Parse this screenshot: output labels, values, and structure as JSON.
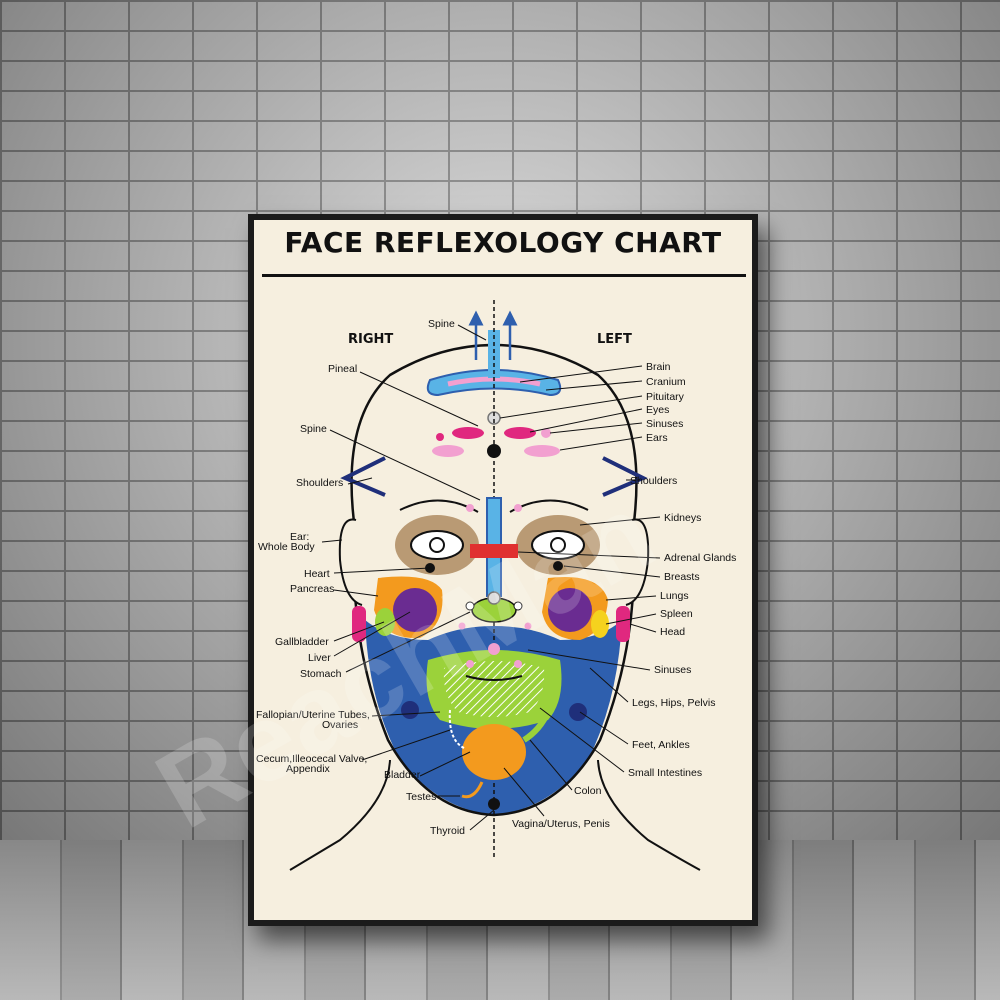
{
  "poster": {
    "title": "FACE REFLEXOLOGY CHART",
    "side_right": "RIGHT",
    "side_left": "LEFT"
  },
  "watermark": "ReachMan",
  "labels": {
    "spine_top": "Spine",
    "pineal": "Pineal",
    "spine": "Spine",
    "shoulders_r": "Shoulders",
    "ear_line1": "Ear:",
    "ear_line2": "Whole Body",
    "heart": "Heart",
    "pancreas": "Pancreas",
    "gallbladder": "Gallbladder",
    "liver": "Liver",
    "stomach": "Stomach",
    "fallopian_line1": "Fallopian/Uterine Tubes,",
    "fallopian_line2": "Ovaries",
    "cecum_line1": "Cecum,Illeocecal Valve,",
    "cecum_line2": "Appendix",
    "bladder": "Bladder",
    "testes": "Testes",
    "thyroid": "Thyroid",
    "brain": "Brain",
    "cranium": "Cranium",
    "pituitary": "Pituitary",
    "eyes": "Eyes",
    "sinuses_top": "Sinuses",
    "ears": "Ears",
    "shoulders_l": "Shoulders",
    "kidneys": "Kidneys",
    "adrenal": "Adrenal Glands",
    "breasts": "Breasts",
    "lungs": "Lungs",
    "spleen": "Spleen",
    "head": "Head",
    "sinuses_low": "Sinuses",
    "legs": "Legs, Hips, Pelvis",
    "feet": "Feet, Ankles",
    "small_intestines": "Small Intestines",
    "colon": "Colon",
    "vagina": "Vagina/Uterus, Penis"
  },
  "colors": {
    "blue": "#2e5fae",
    "lime": "#9bd23a",
    "orange": "#f39a1e",
    "purple": "#6a2c91",
    "pink": "#f2a0d0",
    "magenta": "#e0287f",
    "tan": "#b99a74",
    "red": "#e03030",
    "cyan": "#59b3e6",
    "navy": "#1f2f7a"
  }
}
